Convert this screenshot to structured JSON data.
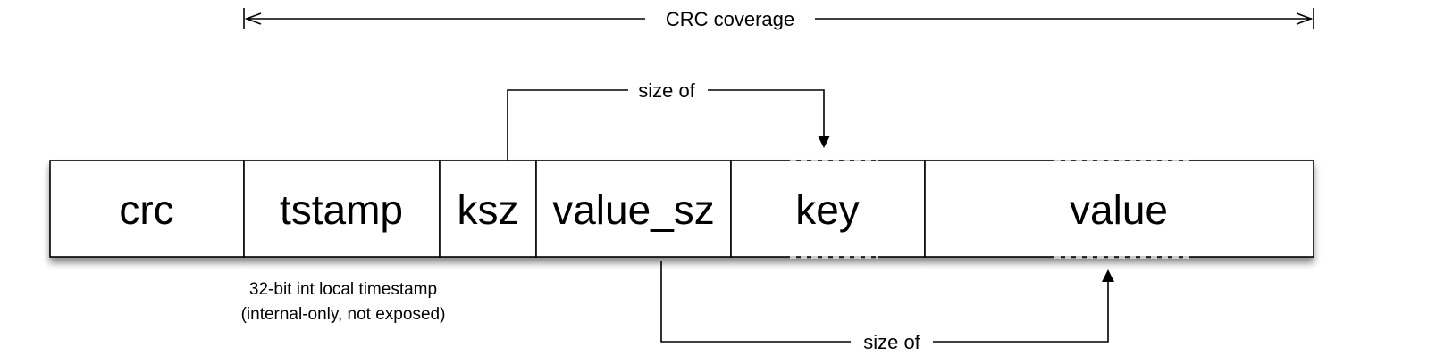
{
  "crc_coverage": {
    "label": "CRC coverage"
  },
  "key_size_arrow": {
    "label": "size of"
  },
  "value_size_arrow": {
    "label": "size of"
  },
  "fields": [
    {
      "name": "crc"
    },
    {
      "name": "tstamp"
    },
    {
      "name": "ksz"
    },
    {
      "name": "value_sz"
    },
    {
      "name": "key"
    },
    {
      "name": "value"
    }
  ],
  "tstamp_note": {
    "line1": "32-bit int local timestamp",
    "line2": "(internal-only, not exposed)"
  },
  "colors": {
    "line": "#000000",
    "box_fill": "#ffffff",
    "shadow": "#bdbdbd",
    "variable_edge": "#ffffff"
  }
}
